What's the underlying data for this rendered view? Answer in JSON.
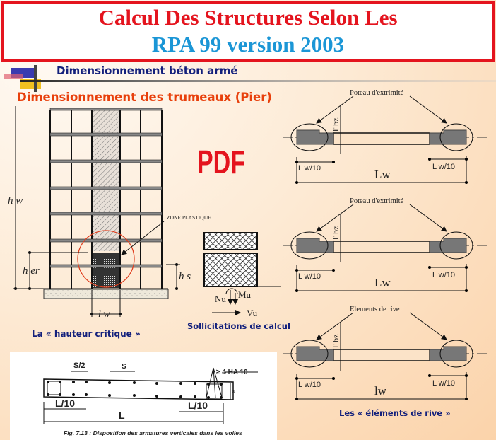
{
  "title": {
    "line1": "Calcul Des Structures Selon Les",
    "line2": "RPA 99 version 2003"
  },
  "section": "Dimensionnement béton armé",
  "subtitle": "Dimensionnement des trumeaux (Pier)",
  "pdf_label": "PDF",
  "building": {
    "hw": "h w",
    "her": "h er",
    "hs": "h s",
    "lw": "l w",
    "zone": "ZONE PLASTIQUE",
    "caption": "La « hauteur critique »"
  },
  "loads": {
    "nu": "Nu",
    "mu": "Mu",
    "vu": "Vu",
    "caption": "Sollicitations de calcul"
  },
  "figure": {
    "s_half": "S/2",
    "s": "S",
    "bars": "≥ 4 HA 10",
    "a": "a",
    "l10_left": "L/10",
    "l10_right": "L/10",
    "l": "L",
    "caption": "Fig. 7.13 : Disposition des armatures verticales dans les voiles"
  },
  "sections": [
    {
      "label": "Poteau d'extrimité",
      "t": "T bz",
      "lw10_left": "L w/10",
      "lw10_right": "L w/10",
      "lw": "Lw"
    },
    {
      "label": "Poteau d'extrimité",
      "t": "T bz",
      "lw10_left": "L w/10",
      "lw10_right": "L w/10",
      "lw": "Lw"
    },
    {
      "label": "Elements de rive",
      "t": "T bz",
      "lw10_left": "L w/10",
      "lw10_right": "L w/10",
      "lw": "lw"
    }
  ],
  "right_caption": "Les « éléments de rive »",
  "colors": {
    "title_red": "#e4141e",
    "title_blue": "#1b96d6",
    "navy": "#13207c",
    "orange": "#e8400c"
  }
}
